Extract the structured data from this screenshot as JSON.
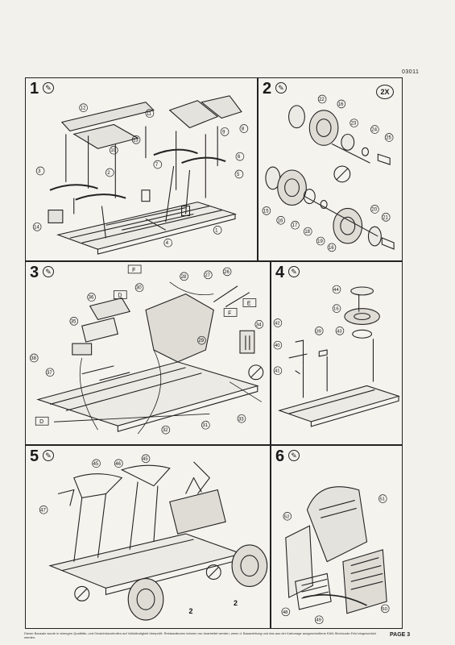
{
  "document": {
    "number": "03011",
    "page_label": "PAGE 3",
    "footer_text": "Dieser Bausatz wurde in strengen Qualitäts- und Gewichtskontrollen auf Vollständigkeit überprüft. Reklamationen können nur bearbeitet werden, wenn d. Bauanleitung und das aus der Kartonage ausgeschnittene EAN-Strichcode-Feld eingeschickt werden."
  },
  "steps": [
    {
      "number": "1",
      "glue_icon": "glue-icon",
      "callouts": [
        "12",
        "11",
        "10",
        "13",
        "9",
        "8",
        "7",
        "6",
        "5",
        "3",
        "2",
        "14",
        "4",
        "1"
      ]
    },
    {
      "number": "2",
      "glue_icon": "glue-icon",
      "multiplier": "2X",
      "callouts": [
        "22",
        "16",
        "23",
        "24",
        "25",
        "15",
        "16",
        "17",
        "18",
        "19",
        "16",
        "20",
        "21"
      ]
    },
    {
      "number": "3",
      "glue_icon": "glue-icon",
      "callouts": [
        "28",
        "27",
        "26",
        "30",
        "36",
        "35",
        "29",
        "34",
        "38",
        "37",
        "32",
        "31",
        "33"
      ],
      "markers": [
        "F",
        "D",
        "F",
        "E",
        "D"
      ]
    },
    {
      "number": "4",
      "glue_icon": "glue-icon",
      "callouts": [
        "44",
        "16",
        "42",
        "39",
        "43",
        "40",
        "41"
      ]
    },
    {
      "number": "5",
      "glue_icon": "glue-icon",
      "callouts": [
        "46",
        "45",
        "45",
        "47",
        "2",
        "2"
      ]
    },
    {
      "number": "6",
      "glue_icon": "glue-icon",
      "callouts": [
        "51",
        "52",
        "50",
        "49",
        "48"
      ]
    }
  ]
}
